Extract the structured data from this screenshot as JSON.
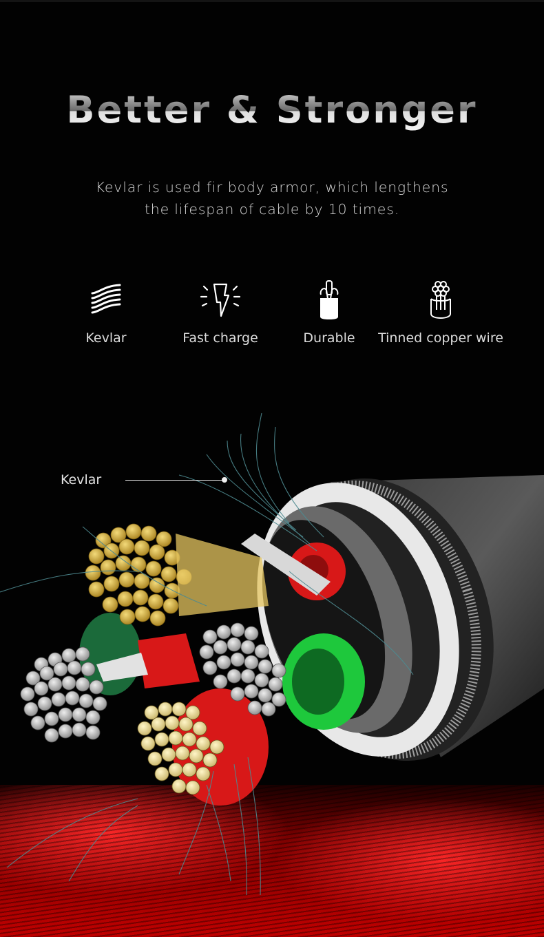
{
  "header": {
    "title": "Better & Stronger",
    "subtitle_line1": "Kevlar is used fir body armor, which lengthens",
    "subtitle_line2": "the lifespan of cable by 10 times."
  },
  "features": [
    {
      "label": "Kevlar",
      "icon": "kevlar-weave-icon"
    },
    {
      "label": "Fast charge",
      "icon": "lightning-bolt-icon"
    },
    {
      "label": "Durable",
      "icon": "cable-core-icon"
    },
    {
      "label": "Tinned copper wire",
      "icon": "wire-bundle-icon"
    }
  ],
  "illustration": {
    "callout_label": "Kevlar",
    "description": "Cross-section of cable showing gold, silver and tinned copper strands in red/green insulation with Kevlar fibers and braided shielding over red carbon-fiber floor",
    "colors": {
      "background": "#020202",
      "floor_red": "#c00000",
      "insulation_red": "#d81818",
      "insulation_green": "#1ec83c",
      "gold_strand": "#d8b84a",
      "silver_strand": "#b8b8b8",
      "kevlar_fiber": "#4e8a90"
    }
  }
}
